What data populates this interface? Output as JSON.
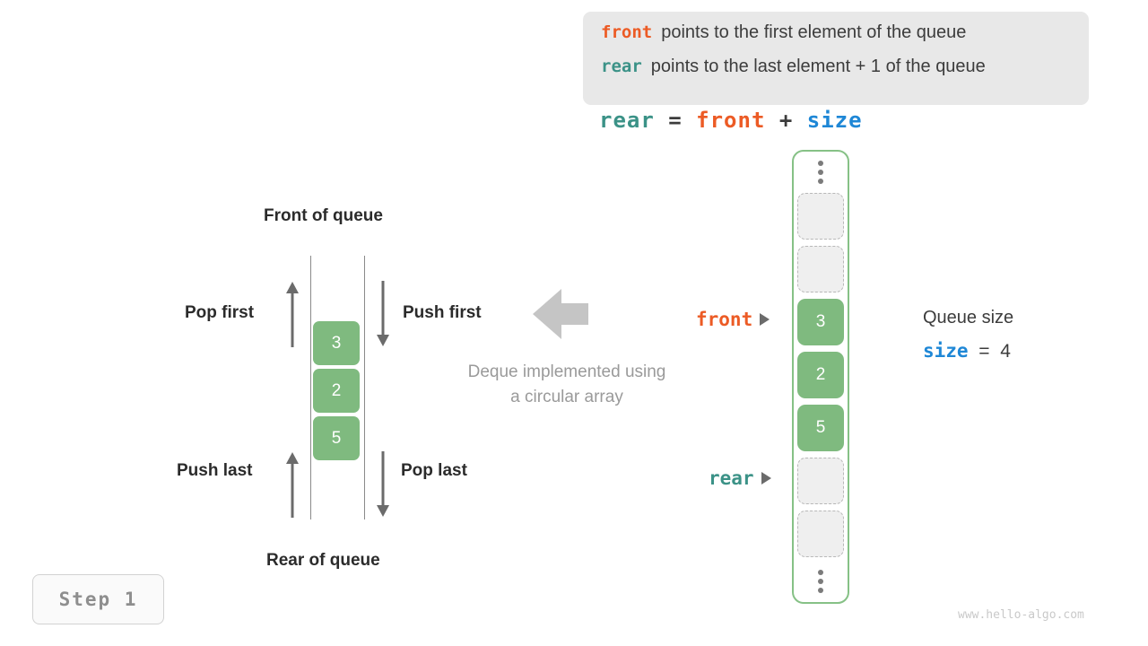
{
  "legend": {
    "lines": [
      {
        "keyword": "front",
        "keyword_color": "#ec5b25",
        "text": "points to the first element of the queue"
      },
      {
        "keyword": "rear",
        "keyword_color": "#3b9287",
        "text": "points to the last element + 1 of the queue"
      }
    ],
    "background": "#e8e8e8"
  },
  "formula": {
    "lhs": "rear",
    "eq": "=",
    "rhs1": "front",
    "plus": "+",
    "rhs2": "size",
    "full": "rear = front + size"
  },
  "deque_diagram": {
    "top_label": "Front of queue",
    "bottom_label": "Rear of queue",
    "operations": [
      {
        "label": "Pop first",
        "direction": "up",
        "side": "left"
      },
      {
        "label": "Push first",
        "direction": "down",
        "side": "right"
      },
      {
        "label": "Push last",
        "direction": "up",
        "side": "left"
      },
      {
        "label": "Pop last",
        "direction": "down",
        "side": "right"
      }
    ],
    "cells": [
      "3",
      "2",
      "5"
    ],
    "cell_color": "#7fba7f",
    "caption_line1": "Deque implemented using",
    "caption_line2": "a circular array",
    "caption_color": "#9a9a9a",
    "big_arrow_color": "#c5c5c5",
    "big_arrow_direction": "left"
  },
  "circular_array": {
    "border_color": "#86c186",
    "top_ellipsis": "⋮",
    "bottom_ellipsis": "⋮",
    "slots": [
      {
        "value": "",
        "state": "empty"
      },
      {
        "value": "",
        "state": "empty"
      },
      {
        "value": "3",
        "state": "filled"
      },
      {
        "value": "2",
        "state": "filled"
      },
      {
        "value": "5",
        "state": "filled"
      },
      {
        "value": "",
        "state": "empty"
      },
      {
        "value": "",
        "state": "empty"
      }
    ],
    "pointers": [
      {
        "name": "front",
        "label": "front",
        "color": "#ec5b25",
        "target_slot": 2
      },
      {
        "name": "rear",
        "label": "rear",
        "color": "#3b9287",
        "target_slot": 5
      }
    ]
  },
  "queue_size": {
    "title": "Queue size",
    "var": "size",
    "var_color": "#1e87d6",
    "equals": "=",
    "value": "4"
  },
  "step_badge": {
    "label": "Step 1"
  },
  "watermark": {
    "text": "www.hello-algo.com"
  }
}
